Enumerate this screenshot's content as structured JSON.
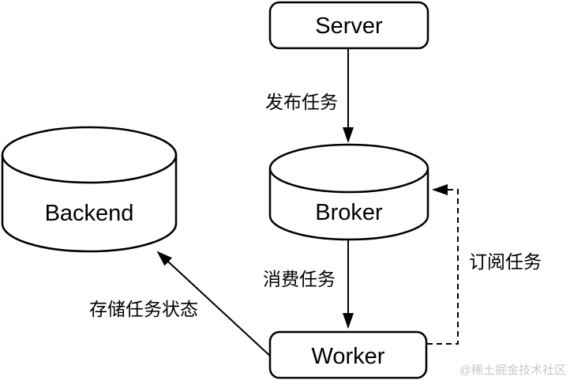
{
  "diagram": {
    "title": "task-queue-architecture",
    "nodes": {
      "server": {
        "label": "Server",
        "shape": "rounded-rect"
      },
      "broker": {
        "label": "Broker",
        "shape": "cylinder"
      },
      "worker": {
        "label": "Worker",
        "shape": "rounded-rect"
      },
      "backend": {
        "label": "Backend",
        "shape": "cylinder"
      }
    },
    "edges": {
      "publish": {
        "label": "发布任务",
        "from": "server",
        "to": "broker",
        "style": "solid"
      },
      "consume": {
        "label": "消费任务",
        "from": "broker",
        "to": "worker",
        "style": "solid"
      },
      "subscribe": {
        "label": "订阅任务",
        "from": "worker",
        "to": "broker",
        "style": "dashed"
      },
      "store": {
        "label": "存储任务状态",
        "from": "worker",
        "to": "backend",
        "style": "solid"
      }
    },
    "colors": {
      "stroke": "#000000",
      "fill": "#ffffff",
      "watermark": "#c9c9c9"
    },
    "watermark": "@稀土掘金技术社区"
  }
}
